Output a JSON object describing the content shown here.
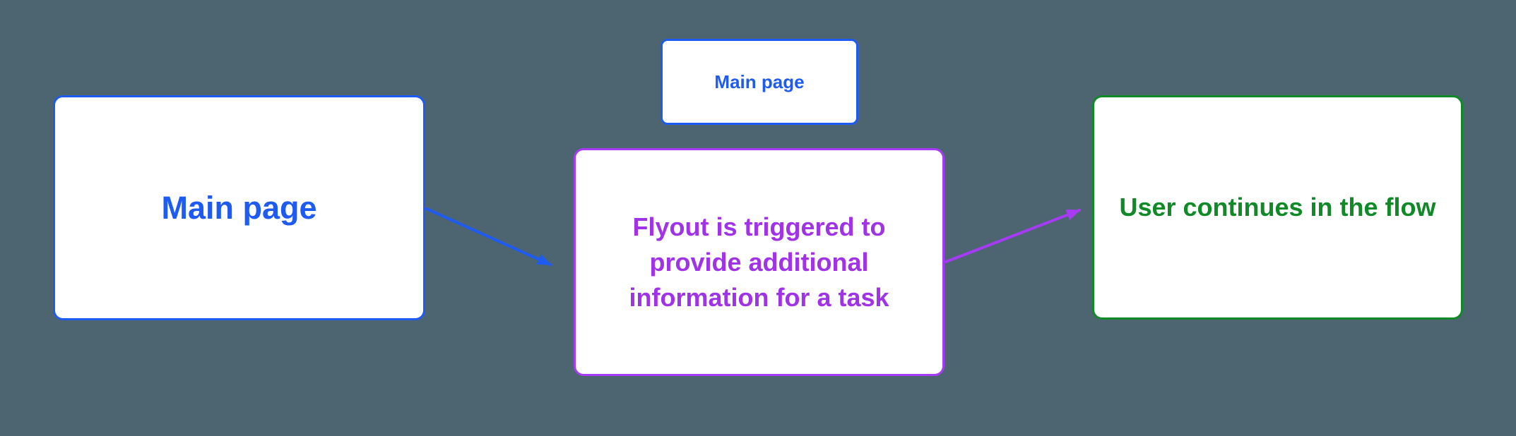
{
  "canvas": {
    "background_color": "#4D6570"
  },
  "boxes": {
    "main_page": {
      "label": "Main page",
      "accent_color": "#1E5BF3"
    },
    "main_page_mini": {
      "label": "Main page",
      "accent_color": "#1E5BF3"
    },
    "flyout": {
      "label": "Flyout is triggered to provide additional information for a task",
      "text_color": "#A032E8",
      "border_color": "#A63AF7"
    },
    "user_continues": {
      "label": "User continues in the flow",
      "accent_color": "#0F8A27"
    }
  },
  "connectors": [
    {
      "name": "main-page-to-flyout",
      "color": "#1E5BF3"
    },
    {
      "name": "flyout-to-user-continues",
      "color": "#A63AF7"
    }
  ]
}
